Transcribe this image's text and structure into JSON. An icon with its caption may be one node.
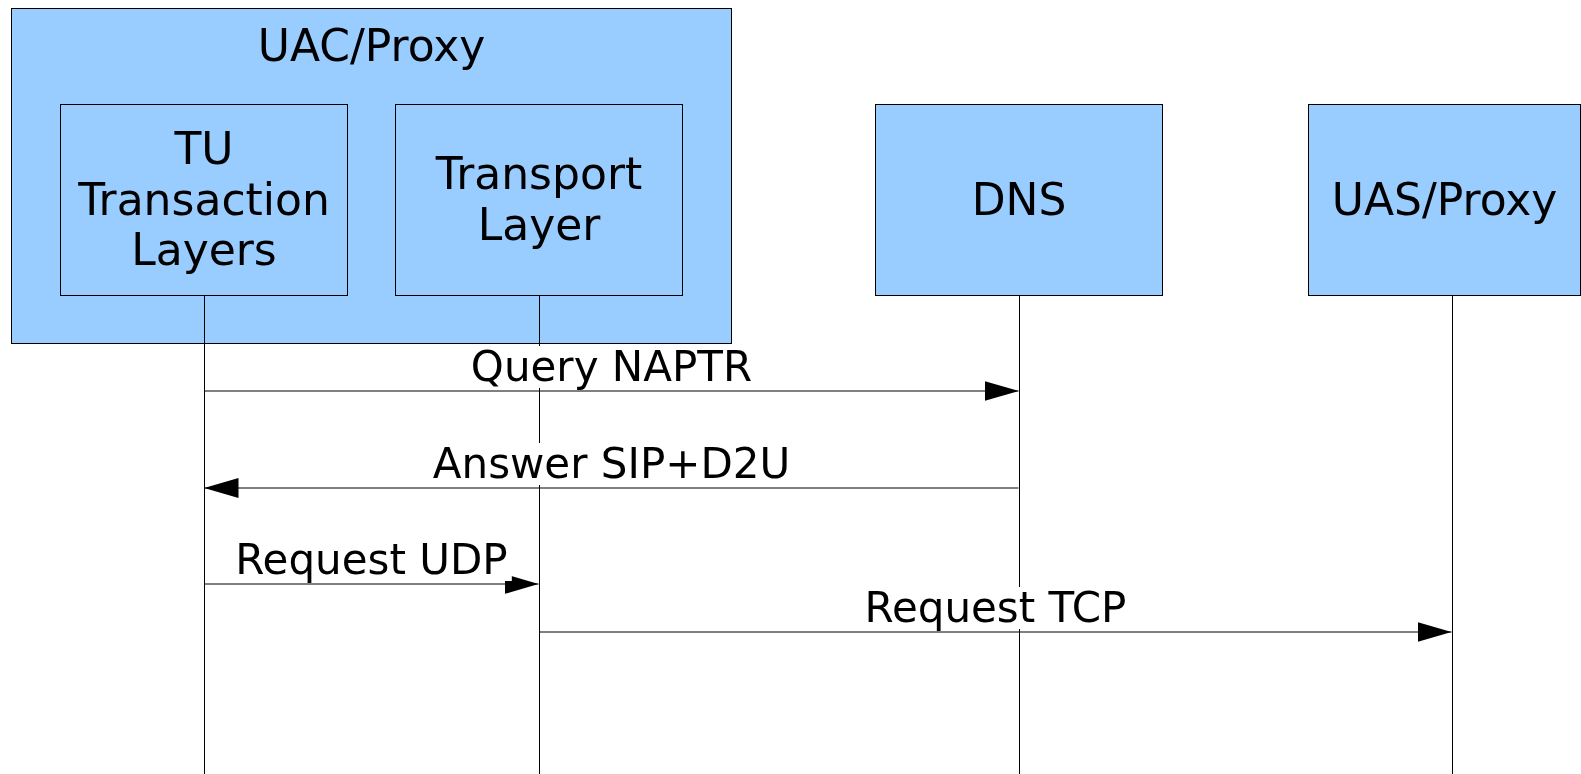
{
  "diagram": {
    "nodes": [
      {
        "text": [
          "UAC/Proxy"
        ]
      },
      {
        "text": [
          "TU Transaction Layers"
        ],
        "in": 0
      },
      {
        "text": [
          "Transport Layer"
        ],
        "in": 0
      },
      {
        "text": [
          "DNS"
        ]
      },
      {
        "text": [
          "UAS/Proxy"
        ]
      },
      {
        "text": [],
        "shape": "line"
      },
      {
        "text": [],
        "shape": "line"
      },
      {
        "text": [],
        "shape": "line"
      },
      {
        "text": [],
        "shape": "line"
      }
    ],
    "edges": [
      {
        "from": 5,
        "to": 7,
        "arrow": "to",
        "label": "Query NAPTR"
      },
      {
        "from": 7,
        "to": 5,
        "arrow": "to",
        "label": "Answer SIP+D2U"
      },
      {
        "from": 5,
        "to": 6,
        "arrow": "to",
        "label": "Request UDP"
      },
      {
        "from": 6,
        "to": 8,
        "arrow": "to",
        "label": "Request TCP"
      }
    ]
  }
}
